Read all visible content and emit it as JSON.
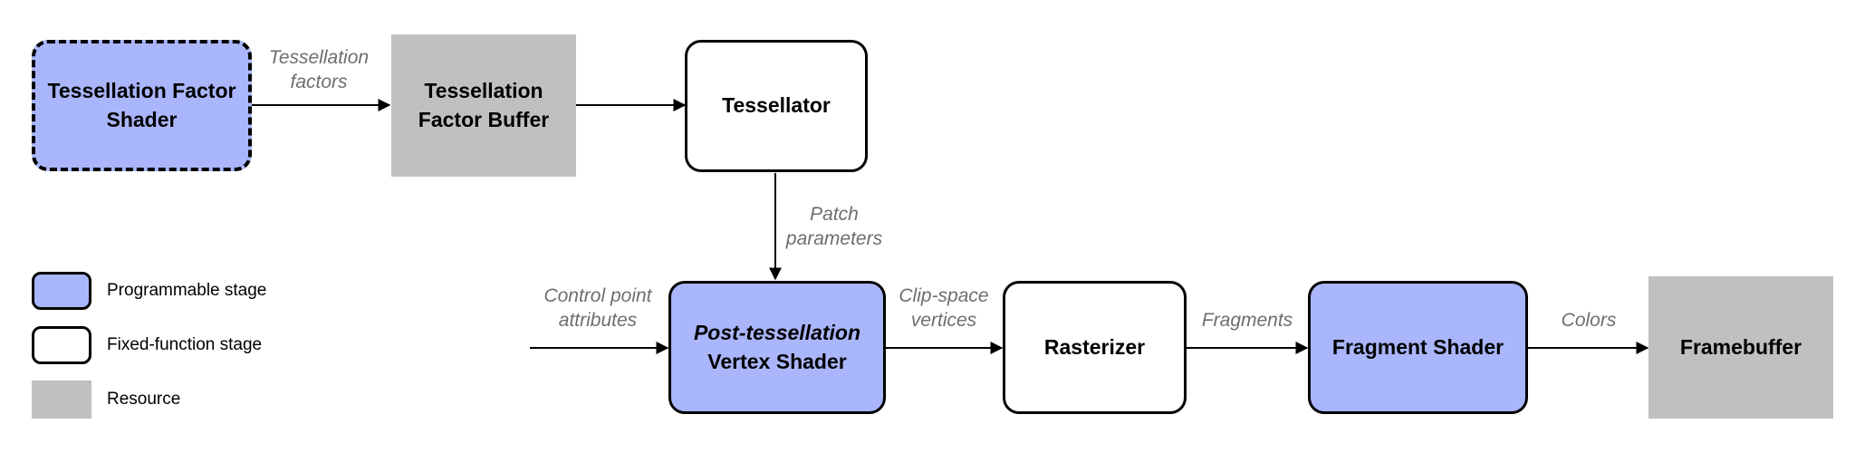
{
  "nodes": {
    "tess_factor_shader": {
      "line1": "Tessellation Factor",
      "line2": "Shader"
    },
    "tess_factor_buffer": {
      "line1": "Tessellation",
      "line2": "Factor Buffer"
    },
    "tessellator": {
      "label": "Tessellator"
    },
    "post_tess_vs": {
      "line1": "Post-tessellation",
      "line2": "Vertex Shader"
    },
    "rasterizer": {
      "label": "Rasterizer"
    },
    "fragment_shader": {
      "label": "Fragment Shader"
    },
    "framebuffer": {
      "label": "Framebuffer"
    }
  },
  "edge_labels": {
    "tess_factors": {
      "line1": "Tessellation",
      "line2": "factors"
    },
    "patch_params": {
      "line1": "Patch",
      "line2": "parameters"
    },
    "control_points": {
      "line1": "Control point",
      "line2": "attributes"
    },
    "clip_space": {
      "line1": "Clip-space",
      "line2": "vertices"
    },
    "fragments": {
      "label": "Fragments"
    },
    "colors": {
      "label": "Colors"
    }
  },
  "legend": {
    "programmable": "Programmable stage",
    "fixed": "Fixed-function stage",
    "resource": "Resource"
  },
  "colors": {
    "programmable": "#aab6fb",
    "resource": "#c0c0c0",
    "label_gray": "#6e6e6e"
  }
}
